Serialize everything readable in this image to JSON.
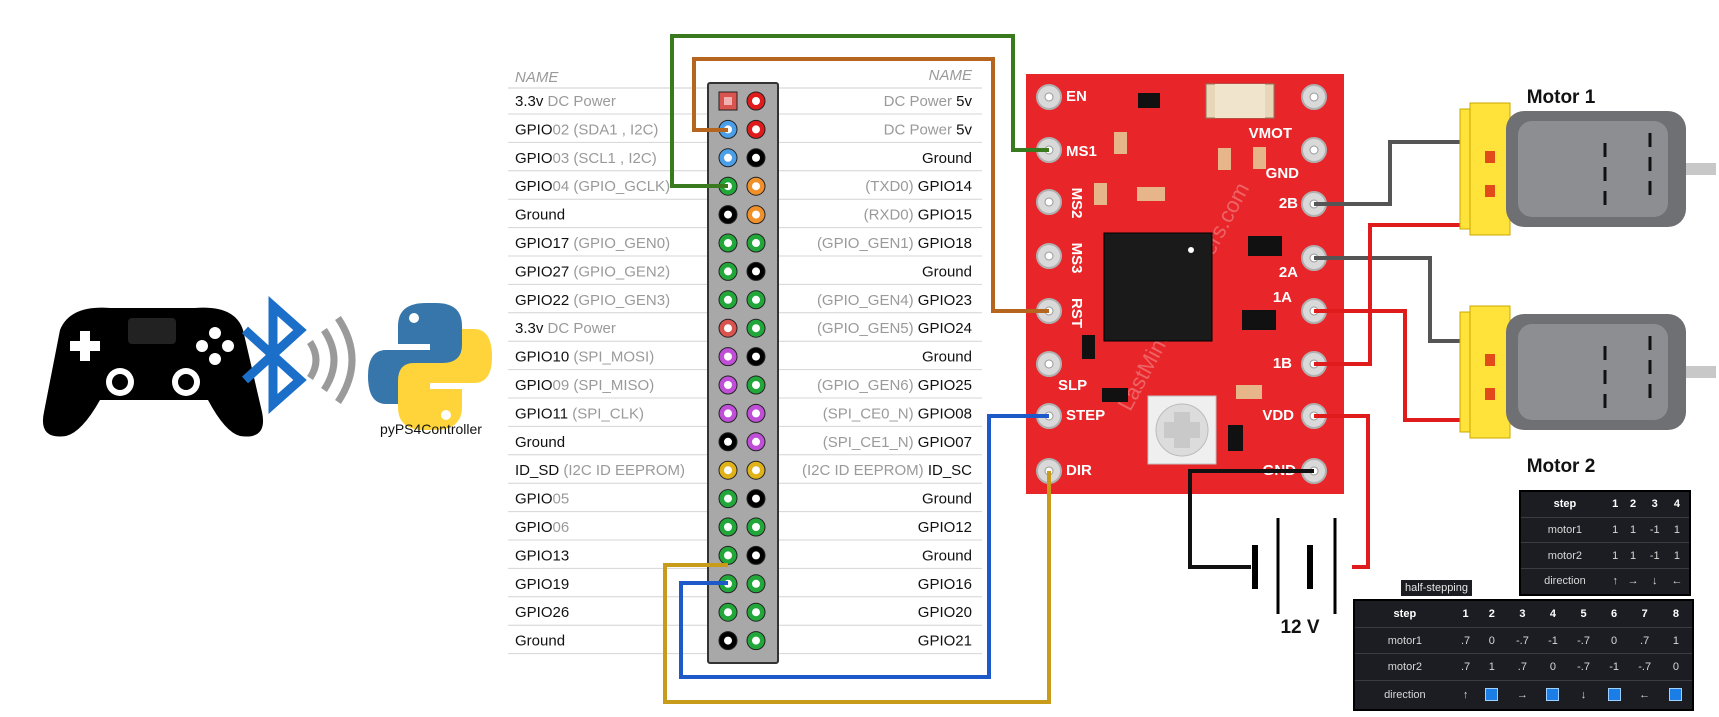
{
  "gpio": {
    "left_header": "NAME",
    "right_header": "NAME",
    "left": [
      {
        "main": "3.3v",
        "extra": " DC Power",
        "extra_first": false
      },
      {
        "main": "GPIO",
        "num": "02",
        "extra": " (SDA1 , I2C)"
      },
      {
        "main": "GPIO",
        "num": "03",
        "extra": " (SCL1 , I2C)"
      },
      {
        "main": "GPIO",
        "num": "04",
        "extra": " (GPIO_GCLK)"
      },
      {
        "main": "Ground",
        "extra": ""
      },
      {
        "main": "GPIO17",
        "extra": " (GPIO_GEN0)"
      },
      {
        "main": "GPIO27",
        "extra": " (GPIO_GEN2)"
      },
      {
        "main": "GPIO22",
        "extra": " (GPIO_GEN3)"
      },
      {
        "main": "3.3v",
        "extra": " DC Power"
      },
      {
        "main": "GPIO10",
        "extra": " (SPI_MOSI)"
      },
      {
        "main": "GPIO",
        "num": "09",
        "extra": " (SPI_MISO)"
      },
      {
        "main": "GPIO11",
        "extra": " (SPI_CLK)"
      },
      {
        "main": "Ground",
        "extra": ""
      },
      {
        "main": "ID_SD",
        "extra": " (I2C ID EEPROM)"
      },
      {
        "main": "GPIO",
        "num": "05",
        "extra": ""
      },
      {
        "main": "GPIO",
        "num": "06",
        "extra": ""
      },
      {
        "main": "GPIO13",
        "extra": ""
      },
      {
        "main": "GPIO19",
        "extra": ""
      },
      {
        "main": "GPIO26",
        "extra": ""
      },
      {
        "main": "Ground",
        "extra": ""
      }
    ],
    "right": [
      {
        "extra": "DC Power ",
        "main": "5v"
      },
      {
        "extra": "DC Power ",
        "main": "5v"
      },
      {
        "extra": "",
        "main": "Ground"
      },
      {
        "extra": "(TXD0) ",
        "main": "GPIO14"
      },
      {
        "extra": "(RXD0) ",
        "main": "GPIO15"
      },
      {
        "extra": "(GPIO_GEN1) ",
        "main": "GPIO18"
      },
      {
        "extra": "",
        "main": "Ground"
      },
      {
        "extra": "(GPIO_GEN4) ",
        "main": "GPIO23"
      },
      {
        "extra": "(GPIO_GEN5) ",
        "main": "GPIO24"
      },
      {
        "extra": "",
        "main": "Ground"
      },
      {
        "extra": "(GPIO_GEN6) ",
        "main": "GPIO25"
      },
      {
        "extra": "(SPI_CE0_N) ",
        "main": "GPIO08"
      },
      {
        "extra": "(SPI_CE1_N) ",
        "main": "GPIO07"
      },
      {
        "extra": "(I2C ID EEPROM) ",
        "main": "ID_SC"
      },
      {
        "extra": "",
        "main": "Ground"
      },
      {
        "extra": "",
        "main": "GPIO12"
      },
      {
        "extra": "",
        "main": "Ground"
      },
      {
        "extra": "",
        "main": "GPIO16"
      },
      {
        "extra": "",
        "main": "GPIO20"
      },
      {
        "extra": "",
        "main": "GPIO21"
      }
    ],
    "pin_colors_left": [
      "#d9534f",
      "#4a9fe8",
      "#4a9fe8",
      "#22a83a",
      "#000000",
      "#22a83a",
      "#22a83a",
      "#22a83a",
      "#d9534f",
      "#c04fd8",
      "#c04fd8",
      "#c04fd8",
      "#000000",
      "#e0b21a",
      "#22a83a",
      "#22a83a",
      "#22a83a",
      "#22a83a",
      "#22a83a",
      "#000000"
    ],
    "pin_colors_right": [
      "#e01b1b",
      "#e01b1b",
      "#000000",
      "#f0902a",
      "#f0902a",
      "#22a83a",
      "#000000",
      "#22a83a",
      "#22a83a",
      "#000000",
      "#22a83a",
      "#c04fd8",
      "#c04fd8",
      "#e0b21a",
      "#000000",
      "#22a83a",
      "#000000",
      "#22a83a",
      "#22a83a",
      "#22a83a"
    ]
  },
  "driver": {
    "left_pins": [
      "EN",
      "MS1",
      "MS2",
      "MS3",
      "RST",
      "SLP",
      "STEP",
      "DIR"
    ],
    "right_pins": [
      "VMOT",
      "GND",
      "2B",
      "2A",
      "1A",
      "1B",
      "VDD",
      "GND"
    ],
    "watermark": "LastMinuteEngineers.com",
    "board_color": "#e8262a"
  },
  "labels": {
    "motor1": "Motor 1",
    "motor2": "Motor 2",
    "battery": "12 V",
    "library": "pyPS4Controller"
  },
  "full_step_table": {
    "header": [
      "step",
      "1",
      "2",
      "3",
      "4"
    ],
    "rows": [
      [
        "motor1",
        "1",
        "1",
        "-1",
        "1"
      ],
      [
        "motor2",
        "1",
        "1",
        "-1",
        "1"
      ],
      [
        "direction",
        "↑",
        "→",
        "↓",
        "←"
      ]
    ]
  },
  "half_step_table": {
    "title": "half-stepping",
    "header": [
      "step",
      "1",
      "2",
      "3",
      "4",
      "5",
      "6",
      "7",
      "8"
    ],
    "rows": [
      [
        "motor1",
        ".7",
        "0",
        "-.7",
        "-1",
        "-.7",
        "0",
        ".7",
        "1"
      ],
      [
        "motor2",
        ".7",
        "1",
        ".7",
        "0",
        "-.7",
        "-1",
        "-.7",
        "0"
      ],
      [
        "direction",
        "↑",
        "box",
        "→",
        "box",
        "↓",
        "box",
        "←",
        "box"
      ]
    ]
  },
  "icons": [
    "gamepad-icon",
    "bluetooth-icon",
    "python-logo-icon",
    "motor-icon",
    "battery-icon"
  ]
}
